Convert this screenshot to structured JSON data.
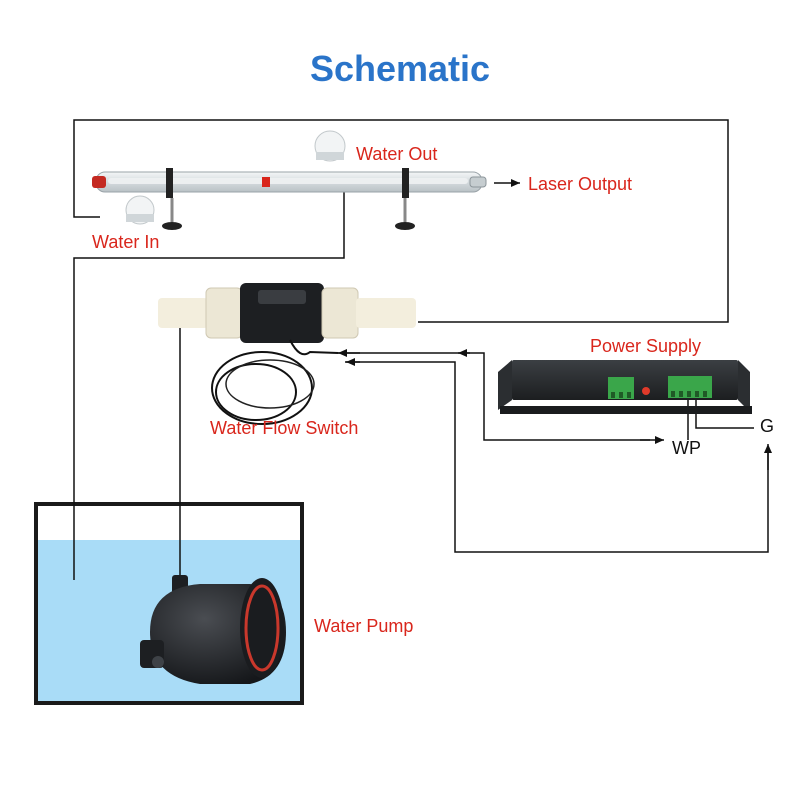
{
  "title": "Schematic",
  "labels": {
    "water_out": "Water Out",
    "laser_output": "Laser Output",
    "water_in": "Water In",
    "power_supply": "Power Supply",
    "water_flow_switch": "Water Flow Switch",
    "wp": "WP",
    "g": "G",
    "water_pump": "Water Pump"
  },
  "colors": {
    "title": "#2a74c9",
    "label_red": "#d9261c",
    "line": "#111111",
    "water": "#a9dcf7",
    "terminal_green": "#3aa64a"
  },
  "icons": {
    "laser_tube": "laser-tube-icon",
    "flow_switch": "flow-switch-icon",
    "power_supply": "power-supply-icon",
    "water_pump": "water-pump-icon",
    "water_tank": "water-tank-icon"
  }
}
